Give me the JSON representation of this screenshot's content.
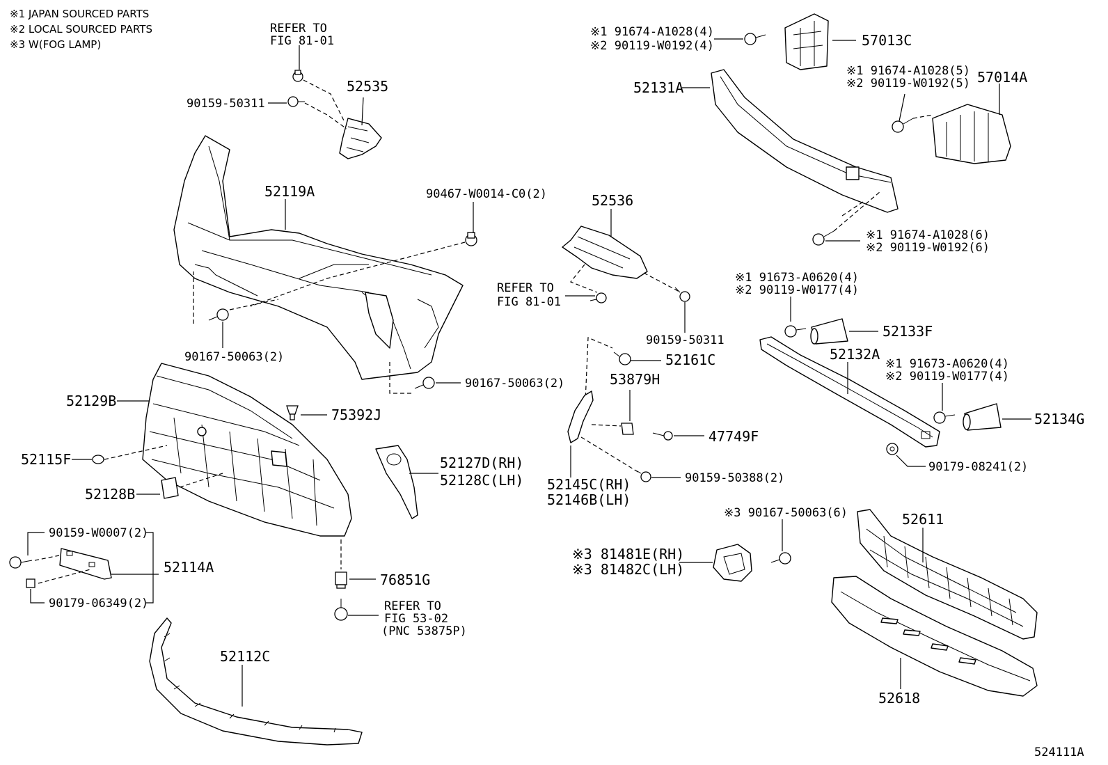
{
  "notes": [
    "※1 JAPAN SOURCED PARTS",
    "※2 LOCAL SOURCED PARTS",
    "※3 W(FOG LAMP)"
  ],
  "callouts": {
    "refer_fig_81_01_top": [
      "REFER TO",
      "FIG 81-01"
    ],
    "p52535": "52535",
    "p90159_50311_a": "90159-50311",
    "p52119A": "52119A",
    "p90467": "90467-W0014-C0(2)",
    "p90167_left": "90167-50063(2)",
    "p90167_center": "90167-50063(2)",
    "p52129B": "52129B",
    "p75392J": "75392J",
    "p52115F": "52115F",
    "p52127D": "52127D(RH)",
    "p52128C": "52128C(LH)",
    "p52128B": "52128B",
    "p90159_W0007": "90159-W0007(2)",
    "p52114A": "52114A",
    "p90179_06349": "90179-06349(2)",
    "p76851G": "76851G",
    "refer_fig_53_02": [
      "REFER TO",
      "FIG 53-02",
      "(PNC 53875P)"
    ],
    "p52112C": "52112C",
    "p52536": "52536",
    "refer_fig_81_01_mid": [
      "REFER TO",
      "FIG 81-01"
    ],
    "p90159_50311_b": "90159-50311",
    "p52161C": "52161C",
    "p53879H": "53879H",
    "p47749F": "47749F",
    "p52145C": "52145C(RH)",
    "p52146B": "52146B(LH)",
    "p90159_50388": "90159-50388(2)",
    "p57013C_bolts": [
      "※1 91674-A1028(4)",
      "※2 90119-W0192(4)"
    ],
    "p57013C": "57013C",
    "p52131A": "52131A",
    "p57014A_bolts": [
      "※1 91674-A1028(5)",
      "※2 90119-W0192(5)"
    ],
    "p57014A": "57014A",
    "p52131A_bolts": [
      "※1 91674-A1028(6)",
      "※2 90119-W0192(6)"
    ],
    "p52133F_bolts": [
      "※1 91673-A0620(4)",
      "※2 90119-W0177(4)"
    ],
    "p52133F": "52133F",
    "p52132A": "52132A",
    "p52134G_bolts": [
      "※1 91673-A0620(4)",
      "※2 90119-W0177(4)"
    ],
    "p52134G": "52134G",
    "p90179_08241": "90179-08241(2)",
    "p90167_fog": "※3 90167-50063(6)",
    "p81481E": "※3 81481E(RH)",
    "p81482C": "※3 81482C(LH)",
    "p52611": "52611",
    "p52618": "52618",
    "figure_id": "524111A"
  }
}
